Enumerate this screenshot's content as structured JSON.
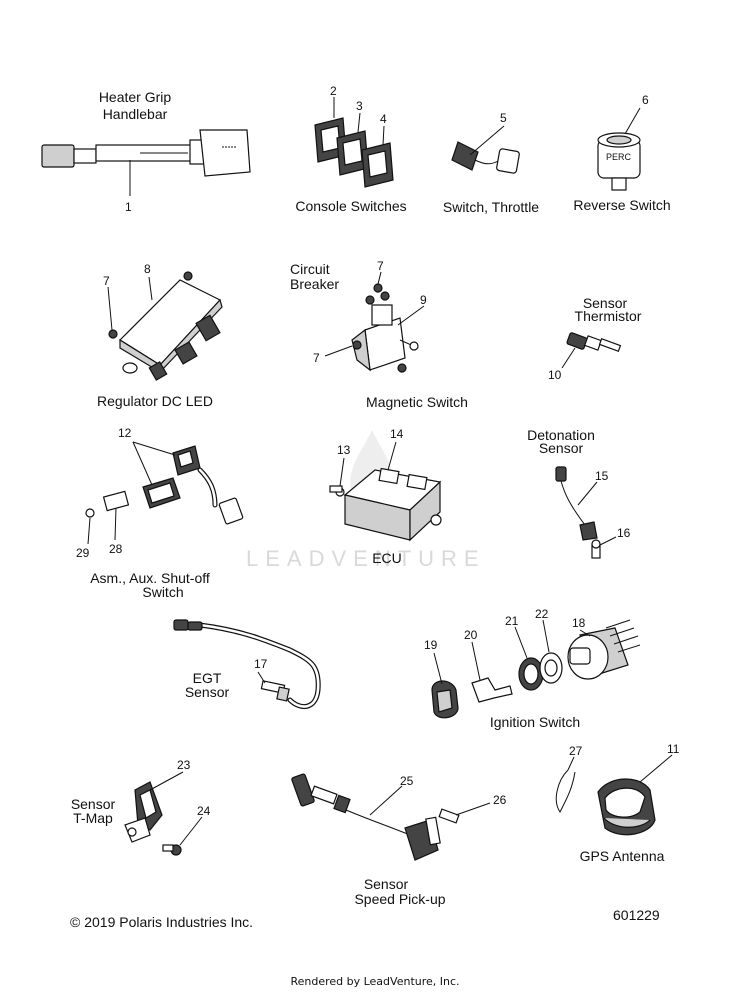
{
  "labels": {
    "heater_grip": [
      "Heater Grip",
      "Handlebar"
    ],
    "console_switches": "Console Switches",
    "switch_throttle": "Switch, Throttle",
    "reverse_switch": "Reverse Switch",
    "perc": "PERC",
    "regulator": "Regulator DC LED",
    "circuit_breaker": [
      "Circuit",
      "Breaker"
    ],
    "magnetic_switch": "Magnetic Switch",
    "sensor_thermistor": [
      "Sensor",
      "Thermistor"
    ],
    "aux_shutoff": [
      "Asm., Aux. Shut-off",
      "Switch"
    ],
    "ecu": "ECU",
    "detonation_sensor": [
      "Detonation",
      "Sensor"
    ],
    "egt_sensor": [
      "EGT",
      "Sensor"
    ],
    "ignition_switch": "Ignition Switch",
    "sensor_tmap": [
      "Sensor",
      "T-Map"
    ],
    "sensor_speed": [
      "Sensor",
      "Speed Pick-up"
    ],
    "gps_antenna": "GPS Antenna"
  },
  "callouts": {
    "c1": "1",
    "c2": "2",
    "c3": "3",
    "c4": "4",
    "c5": "5",
    "c6": "6",
    "c7a": "7",
    "c7b": "7",
    "c7c": "7",
    "c8": "8",
    "c9": "9",
    "c10": "10",
    "c11": "11",
    "c12": "12",
    "c13": "13",
    "c14": "14",
    "c15": "15",
    "c16": "16",
    "c17": "17",
    "c18": "18",
    "c19": "19",
    "c20": "20",
    "c21": "21",
    "c22": "22",
    "c23": "23",
    "c24": "24",
    "c25": "25",
    "c26": "26",
    "c27": "27",
    "c28": "28",
    "c29": "29"
  },
  "copyright": "© 2019 Polaris Industries Inc.",
  "diagram_number": "601229",
  "watermark": "LEADVENTURE",
  "footer": "Rendered by LeadVenture, Inc."
}
